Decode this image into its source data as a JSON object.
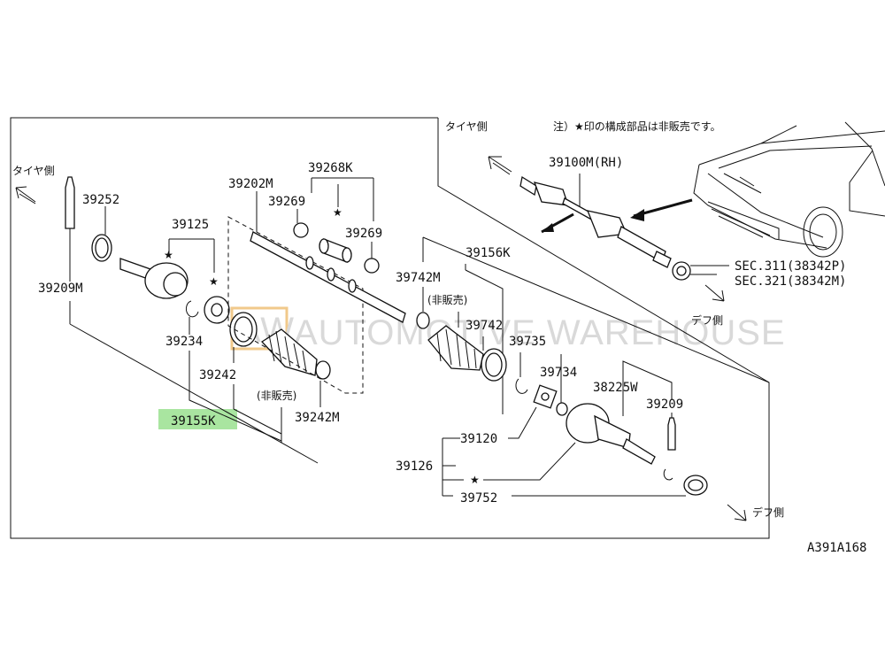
{
  "watermark": {
    "logo_text": "AW",
    "text": "AUTOMOTIVE WAREHOUSE"
  },
  "note": "注）★印の構成部品は非販売です。",
  "directions": {
    "tire_left": "タイヤ側",
    "tire_right": "タイヤ側",
    "diff_mid": "デフ側",
    "diff_bottom": "デフ側"
  },
  "not_sold_labels": [
    "(非販売)",
    "(非販売)"
  ],
  "diagram_code": "A391A168",
  "highlight": {
    "part": "39155K",
    "color": "#a9e5a0"
  },
  "parts": {
    "p39209M": "39209M",
    "p39252": "39252",
    "p39125": "39125",
    "p39234": "39234",
    "p39242": "39242",
    "p39155K": "39155K",
    "p39242M": "39242M",
    "p39202M": "39202M",
    "p39269a": "39269",
    "p39268K": "39268K",
    "p39269b": "39269",
    "p39742M": "39742M",
    "p39156K": "39156K",
    "p39742": "39742",
    "p39735": "39735",
    "p39734": "39734",
    "p38225W": "38225W",
    "p39209": "39209",
    "p39120": "39120",
    "p39126": "39126",
    "p39752": "39752",
    "p39100M": "39100M(RH)",
    "sec311": "SEC.311(38342P)",
    "sec321": "SEC.321(38342M)"
  }
}
